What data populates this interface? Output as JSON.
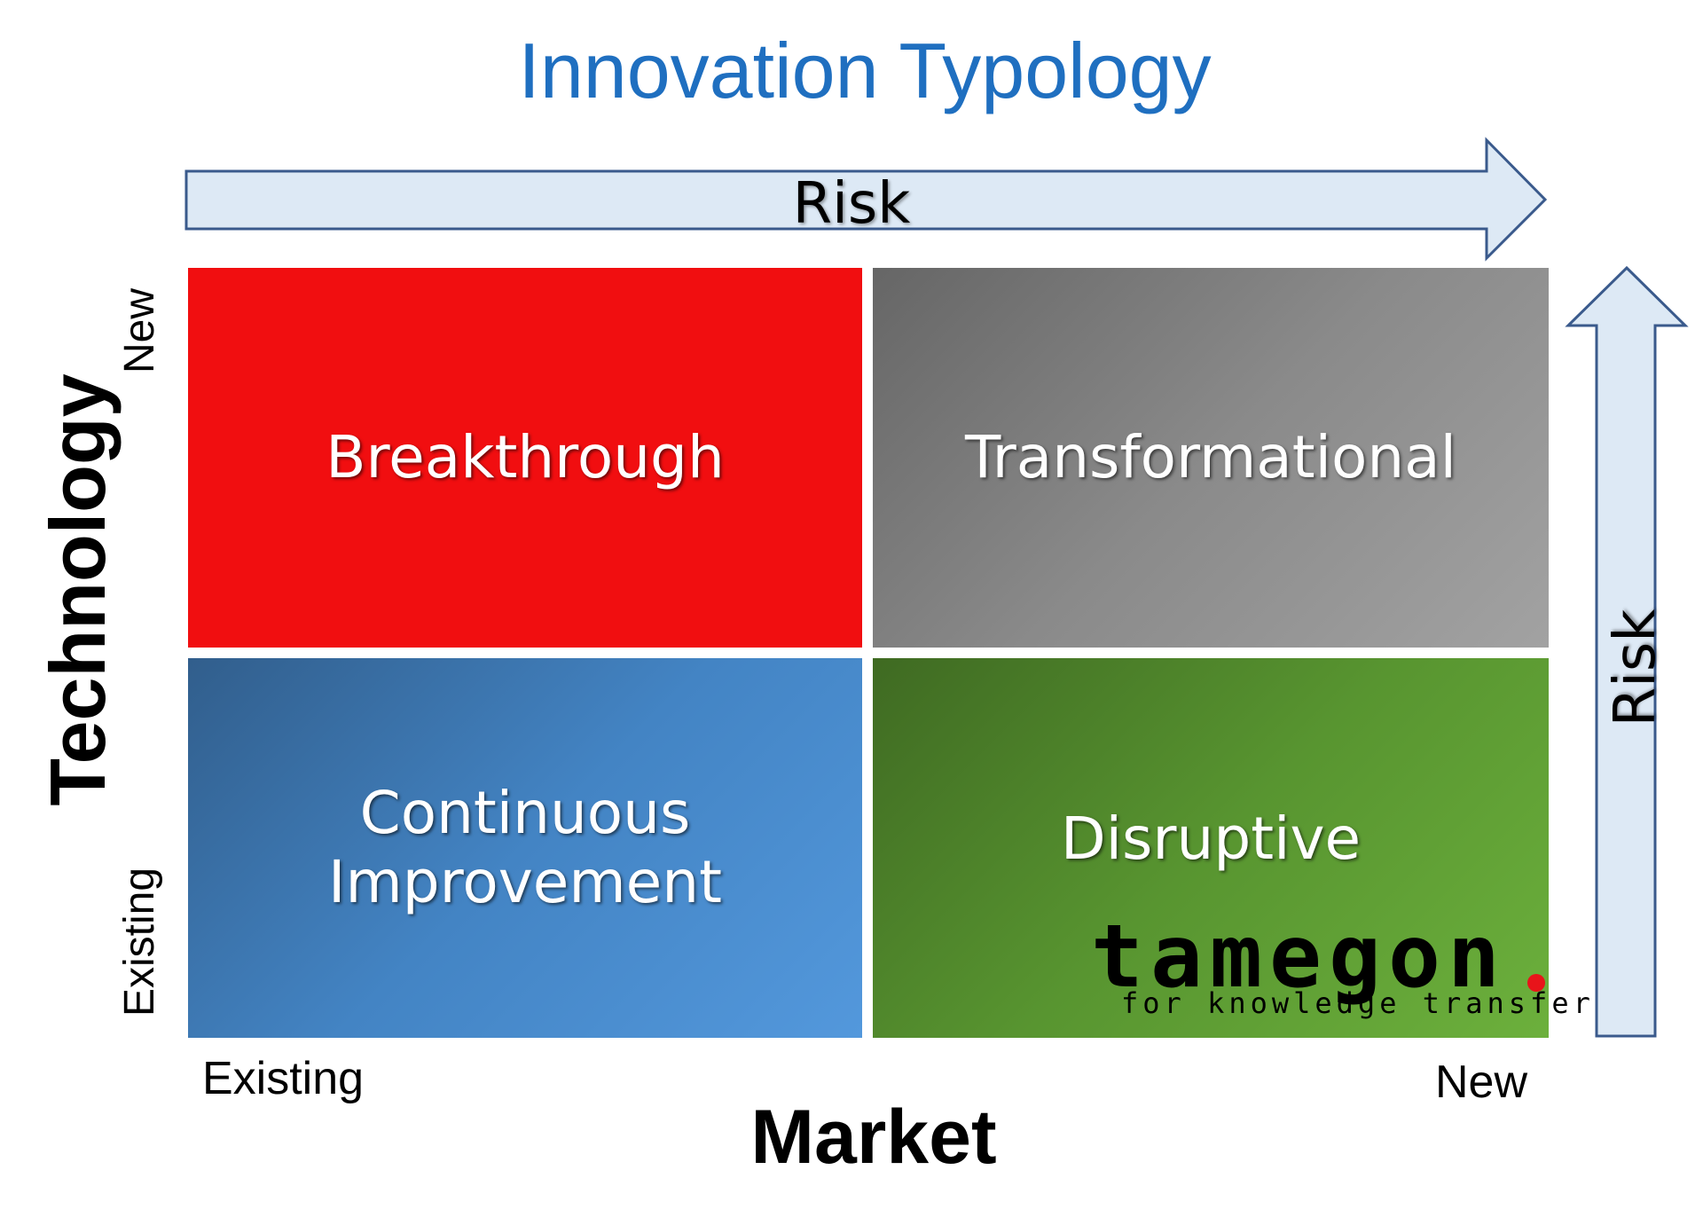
{
  "title": "Innovation Typology",
  "risk_arrow_top": {
    "label": "Risk"
  },
  "risk_arrow_side": {
    "label": "Risk"
  },
  "quadrants": {
    "top_left": {
      "label": "Breakthrough",
      "color": "#f10e10"
    },
    "top_right": {
      "label": "Transformational",
      "color": "#8a8a8a"
    },
    "bottom_left": {
      "label": "Continuous\nImprovement",
      "color": "#4384c4"
    },
    "bottom_right": {
      "label": "Disruptive",
      "color": "#589530"
    }
  },
  "technology_axis": {
    "label": "Technology",
    "high": "New",
    "low": "Existing"
  },
  "market_axis": {
    "label": "Market",
    "low": "Existing",
    "high": "New"
  },
  "logo": {
    "word": "tamegon",
    "tagline": "for knowledge transfer",
    "dot_color": "#e8141a"
  },
  "colors": {
    "title": "#1f6fc0",
    "arrow_fill": "#dde9f5",
    "arrow_stroke": "#3a5a8c"
  }
}
